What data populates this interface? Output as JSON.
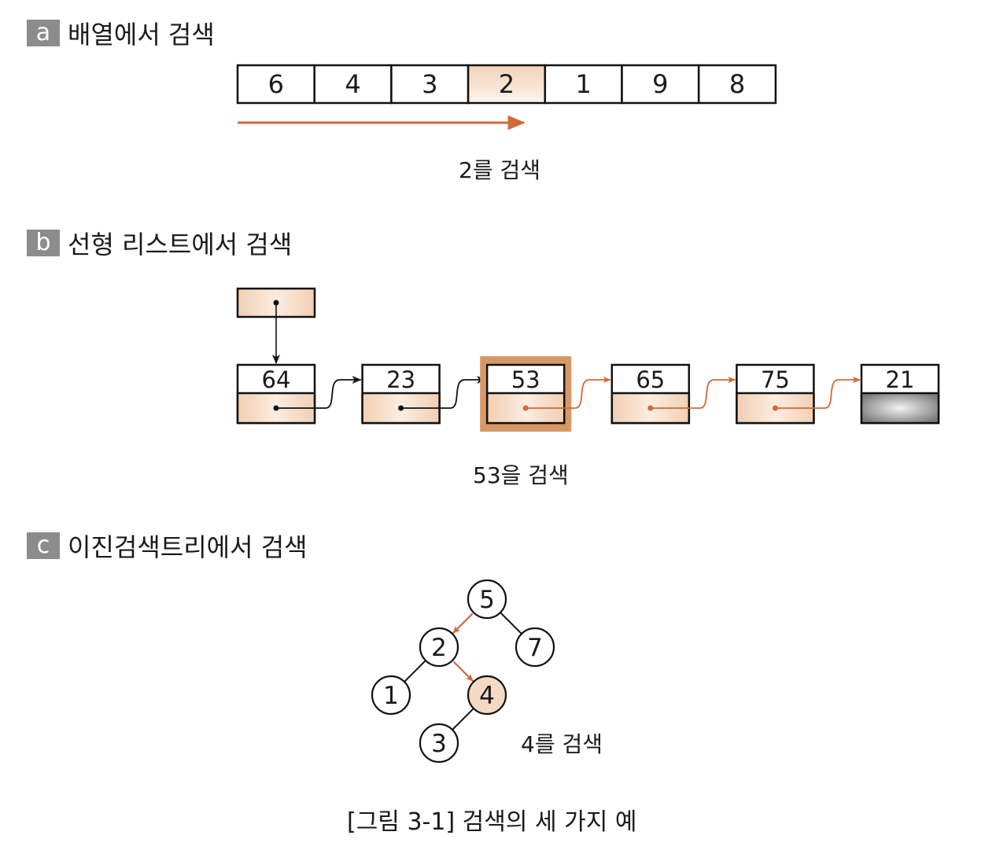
{
  "sections": {
    "a": {
      "letter": "a",
      "title": "배열에서 검색",
      "caption": "2를 검색",
      "array": [
        "6",
        "4",
        "3",
        "2",
        "1",
        "9",
        "8"
      ],
      "highlight_index": 3
    },
    "b": {
      "letter": "b",
      "title": "선형 리스트에서 검색",
      "caption": "53을 검색",
      "nodes": [
        "64",
        "23",
        "53",
        "65",
        "75",
        "21"
      ],
      "highlight_index": 2
    },
    "c": {
      "letter": "c",
      "title": "이진검색트리에서 검색",
      "caption": "4를 검색",
      "tree": {
        "nodes": [
          "5",
          "2",
          "7",
          "1",
          "4",
          "3"
        ],
        "edges": [
          [
            "5",
            "2"
          ],
          [
            "5",
            "7"
          ],
          [
            "2",
            "1"
          ],
          [
            "2",
            "4"
          ],
          [
            "4",
            "3"
          ]
        ],
        "search_path": [
          [
            "5",
            "2"
          ],
          [
            "2",
            "4"
          ]
        ],
        "found": "4"
      }
    }
  },
  "figure_caption": "[그림 3-1] 검색의 세 가지 예",
  "colors": {
    "accent": "#d2693a",
    "fill_light": "#f6d9c3",
    "badge": "#8c8c8c",
    "null_node": "#8a8a8a"
  }
}
